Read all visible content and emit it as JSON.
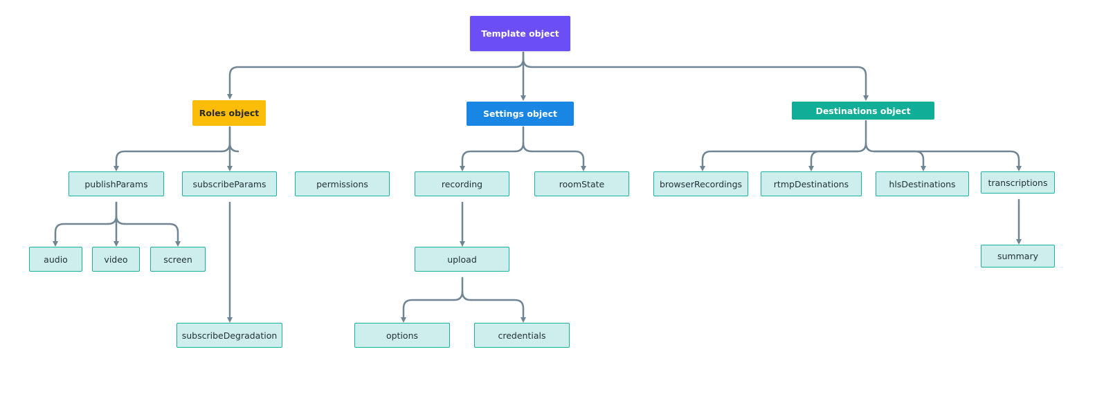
{
  "colors": {
    "root": "#6b4ef6",
    "roles": "#fbbd08",
    "settings": "#1a86e4",
    "destinations": "#10ad97",
    "leaf_fill": "#cdeeec",
    "leaf_border": "#16b29f",
    "connector": "#6f8594"
  },
  "nodes": {
    "template": "Template object",
    "roles": "Roles object",
    "settings": "Settings object",
    "destinations": "Destinations object",
    "publishParams": "publishParams",
    "subscribeParams": "subscribeParams",
    "permissions": "permissions",
    "recording": "recording",
    "roomState": "roomState",
    "browserRecordings": "browserRecordings",
    "rtmpDestinations": "rtmpDestinations",
    "hlsDestinations": "hlsDestinations",
    "transcriptions": "transcriptions",
    "audio": "audio",
    "video": "video",
    "screen": "screen",
    "upload": "upload",
    "summary": "summary",
    "subscribeDegradation": "subscribeDegradation",
    "options": "options",
    "credentials": "credentials"
  }
}
